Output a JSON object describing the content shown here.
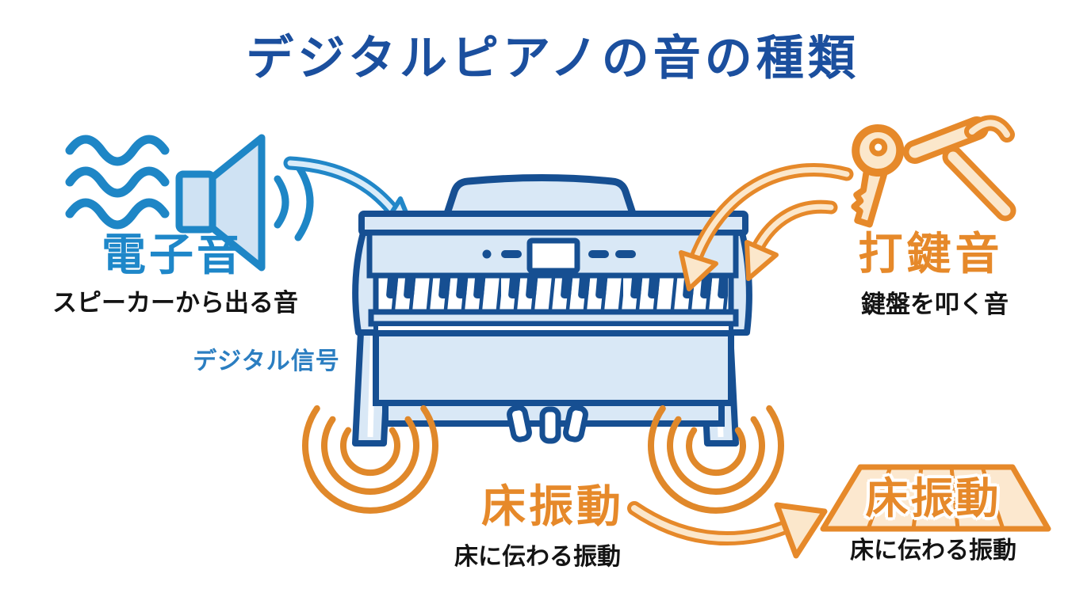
{
  "title": "デジタルピアノの音の種類",
  "sections": {
    "electronic_sound": {
      "label": "電子音",
      "description": "スピーカーから出る音",
      "signal_label": "デジタル信号",
      "accent_color": "#1e87c9"
    },
    "key_strike": {
      "label": "打鍵音",
      "description": "鍵盤を叩く音",
      "accent_color": "#e6892a"
    },
    "floor_vibration": {
      "label": "床振動",
      "description": "床に伝わる振動",
      "accent_color": "#e6892a"
    },
    "floor_vibration_target": {
      "label": "床振動",
      "description": "床に伝わる振動",
      "accent_color": "#e6892a"
    }
  },
  "colors": {
    "title_blue": "#1b4f9e",
    "icon_blue": "#1e86c6",
    "piano_outline_navy": "#164f92",
    "piano_fill_light_blue": "#d9e8f6",
    "arrow_blue_fill": "#d9ecf9",
    "orange": "#e6892a",
    "orange_light_fill": "#fbe7cb",
    "floor_fill": "#fce8cf",
    "text_black": "#141414",
    "background": "#ffffff"
  },
  "icons": {
    "sound_wave_icon": "three horizontal wavy lines",
    "speaker_icon": "loudspeaker horn with sound arcs",
    "key_icon": "door key",
    "hammer_icon": "claw hammer",
    "piano_illustration": "upright digital piano with music stand, control panel, keyboard, pedals and legs",
    "vibration_waves_icon": "concentric ripple arcs under piano legs",
    "floor_icon": "perspective floor plank panel",
    "arrow_icon": "curved outlined arrow"
  }
}
